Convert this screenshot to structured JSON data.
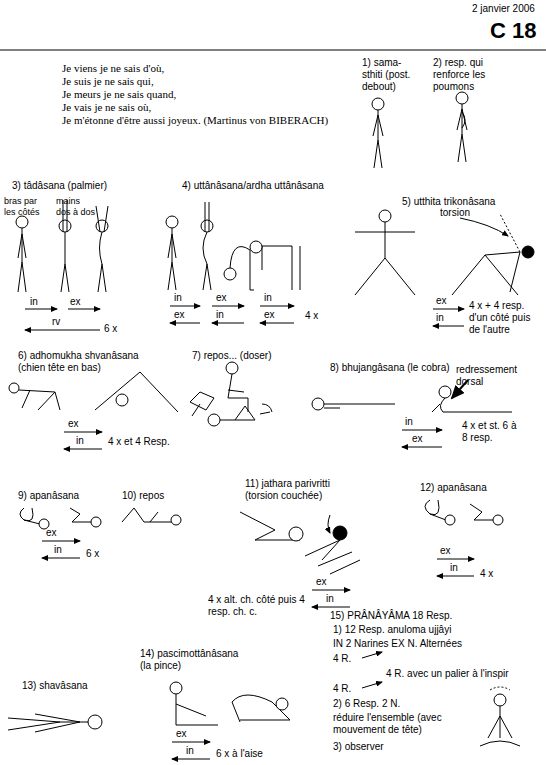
{
  "diagram": {
    "title": "C 18",
    "labels": [
      "2 janvier 2006",
      "Je viens je ne sais d'où,",
      "Je suis je ne sais qui,",
      "Je meurs je ne sais quand,",
      "Je vais je ne sais où,",
      "Je m'étonne d'être aussi joyeux. (Martinus von BIBERACH)",
      "1) sama- sthiti (post. debout)",
      "2) resp. qui renforce les poumons",
      "3) tâdâsana (palmier)",
      "bras par les côtés",
      "mains dos à dos",
      "in",
      "ex",
      "rv",
      "6 x",
      "4) uttânâsana/ardha uttânâsana",
      "in",
      "ex",
      "ex",
      "in",
      "in",
      "ex",
      "4 x",
      "5) utthita trikonâsana",
      "torsion",
      "ex",
      "in",
      "4 x + 4 resp. d'un côté puis de l'autre",
      "6) adhomukha shvanâsana (chien tête en bas)",
      "ex",
      "in",
      "4 x et 4 Resp.",
      "7) repos... (doser)",
      "8) bhujangâsana (le cobra)",
      "redressement dorsal",
      "in",
      "ex",
      "4 x et st. 6 à 8 resp.",
      "9) apanâsana",
      "ex",
      "in",
      "6 x",
      "10) repos",
      "11) jathara parivritti (torsion couchée)",
      "4 x alt. ch. côté puis 4 resp. ch. c.",
      "ex",
      "in",
      "12) apanâsana",
      "ex",
      "in",
      "4 x",
      "13) shavâsana",
      "14) pascimottânâsana (la pince)",
      "ex",
      "in",
      "6 x à l'aise",
      "15) PRÂNÂYÂMA 18 Resp.",
      "1) 12 Resp. anuloma ujjâyi",
      "IN 2 Narines EX N. Alternées",
      "4 R.",
      "4 R. avec un palier à l'inspir",
      "4 R.",
      "2) 6 Resp. 2 N.",
      "réduire l'ensemble (avec mouvement de tête)",
      "3) observer"
    ]
  }
}
